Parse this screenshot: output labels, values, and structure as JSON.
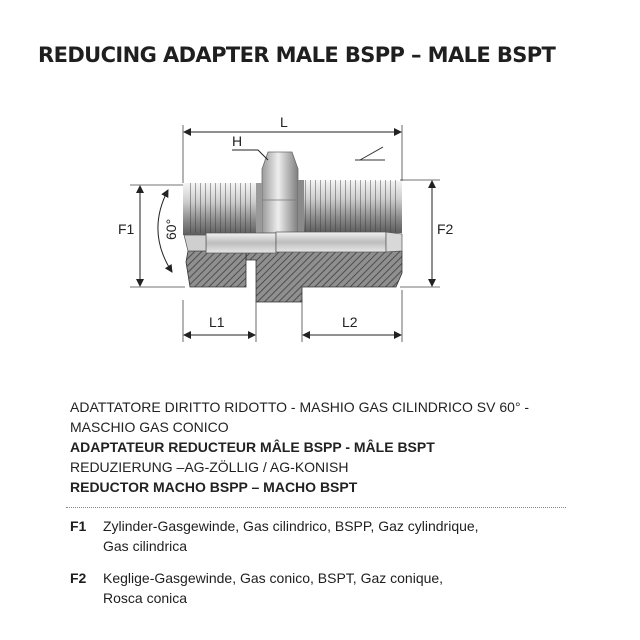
{
  "title": "REDUCING ADAPTER MALE BSPP – MALE BSPT",
  "drawing": {
    "dim_L": "L",
    "dim_H": "H",
    "dim_F1": "F1",
    "dim_F2": "F2",
    "dim_L1": "L1",
    "dim_L2": "L2",
    "angle": "60°"
  },
  "descriptions": [
    {
      "line1": "ADATTATORE DIRITTO RIDOTTO - MASHIO GAS CILINDRICO SV 60° -",
      "line2": "MASCHIO GAS CONICO",
      "bold": false
    },
    {
      "line1": "ADAPTATEUR REDUCTEUR  MÂLE BSPP - MÂLE BSPT",
      "bold": true
    },
    {
      "line1": "REDUZIERUNG –AG-ZÖLLIG / AG-KONISH",
      "bold": false
    },
    {
      "line1": "REDUCTOR MACHO BSPP – MACHO BSPT",
      "bold": true
    }
  ],
  "legend": [
    {
      "code": "F1",
      "line1": "Zylinder-Gasgewinde, Gas cilindrico, BSPP, Gaz cylindrique,",
      "line2": "Gas cilindrica"
    },
    {
      "code": "F2",
      "line1": "Keglige-Gasgewinde, Gas conico, BSPT, Gaz conique,",
      "line2": "Rosca conica"
    }
  ]
}
